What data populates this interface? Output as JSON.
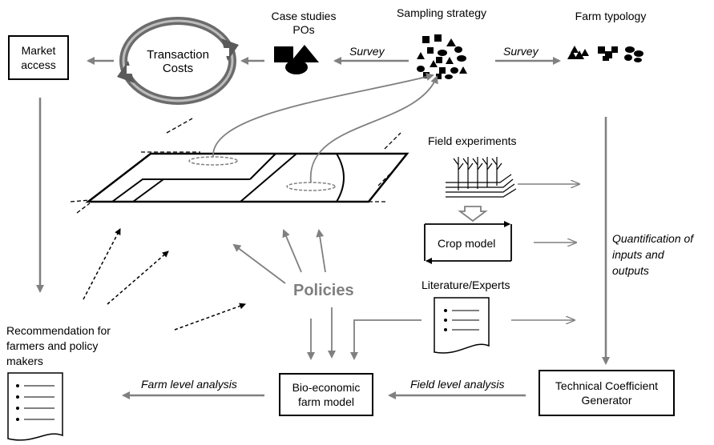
{
  "labels": {
    "case_studies": "Case studies\nPOs",
    "sampling_strategy": "Sampling strategy",
    "farm_typology": "Farm typology",
    "transaction_costs": "Transaction\nCosts",
    "market_access": "Market\naccess",
    "survey_left": "Survey",
    "survey_right": "Survey",
    "field_experiments": "Field experiments",
    "crop_model": "Crop model",
    "literature_experts": "Literature/Experts",
    "quantification": "Quantification of\ninputs and\noutputs",
    "policies": "Policies",
    "recommendation": "Recommendation for\nfarmers and policy\nmakers",
    "farm_level_analysis": "Farm level analysis",
    "field_level_analysis": "Field level analysis",
    "bio_economic_model": "Bio-economic\nfarm model",
    "technical_coefficient": "Technical Coefficient\nGenerator"
  },
  "colors": {
    "arrow_gray": "#808080",
    "cycle_gray": "#6b6b6b",
    "policies_gray": "#7f7f7f"
  }
}
